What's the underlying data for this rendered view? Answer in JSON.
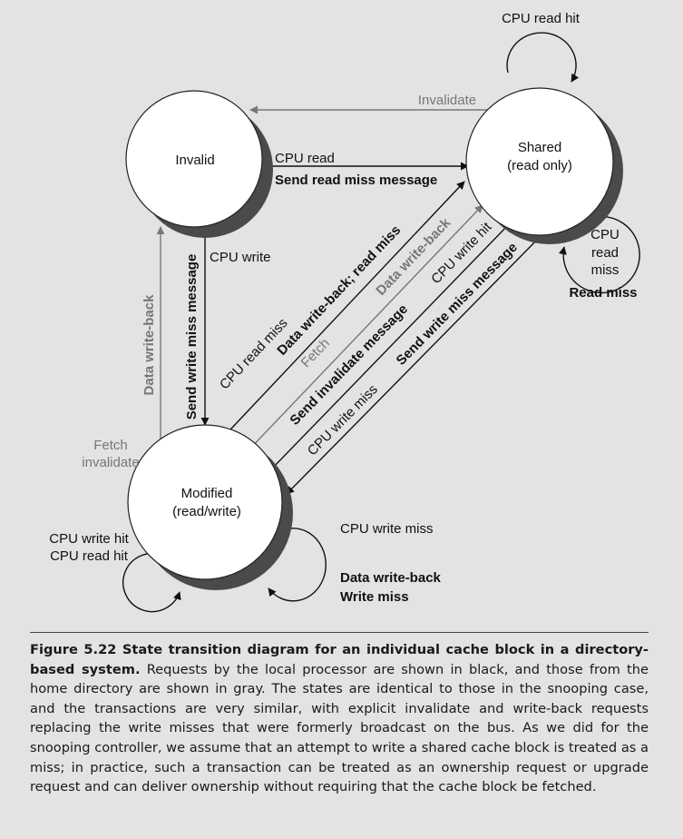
{
  "diagram": {
    "states": {
      "invalid": {
        "lines": [
          "Invalid"
        ]
      },
      "shared": {
        "lines": [
          "Shared",
          "(read only)"
        ]
      },
      "modified": {
        "lines": [
          "Modified",
          "(read/write)"
        ]
      }
    },
    "transitions": {
      "shared_read_hit": "CPU read hit",
      "shared_to_invalid": "Invalidate",
      "invalid_to_shared_event": "CPU read",
      "invalid_to_shared_action": "Send read miss message",
      "shared_read_miss_event": [
        "CPU",
        "read",
        "miss"
      ],
      "shared_read_miss_action": "Read miss",
      "invalid_to_modified_event": "CPU write",
      "invalid_to_modified_action": "Send write miss message",
      "modified_to_invalid_action": "Data write-back",
      "modified_to_invalid_event": [
        "Fetch",
        "invalidate"
      ],
      "modified_to_shared_readmiss_event": "CPU read miss",
      "modified_to_shared_readmiss_action": "Data write-back; read miss",
      "modified_to_shared_fetch_event": "Fetch",
      "modified_to_shared_fetch_action": "Data write-back",
      "shared_to_modified_writehit_event": "CPU write hit",
      "shared_to_modified_writehit_action": "Send invalidate message",
      "shared_to_modified_writemiss_action": "Send write miss message",
      "shared_to_modified_writemiss_event": "CPU write miss",
      "modified_hits": [
        "CPU write hit",
        "CPU read hit"
      ],
      "modified_write_miss_event": "CPU write miss",
      "modified_write_miss_action": [
        "Data write-back",
        "Write miss"
      ]
    },
    "colors": {
      "local": "#111111",
      "home_directory": "#777777",
      "state_fill": "#ffffff",
      "state_shadow": "#4a4a4a",
      "background": "#e3e3e3"
    }
  },
  "caption": {
    "title": "Figure 5.22 State transition diagram for an individual cache block in a directory-based system.",
    "body": "Requests by the local processor are shown in black, and those from the home directory are shown in gray. The states are identical to those in the snooping case, and the transactions are very similar, with explicit invalidate and write-back requests replacing the write misses that were formerly broadcast on the bus. As we did for the snooping controller, we assume that an attempt to write a shared cache block is treated as a miss; in practice, such a transaction can be treated as an ownership request or upgrade request and can deliver ownership without requiring that the cache block be fetched."
  }
}
